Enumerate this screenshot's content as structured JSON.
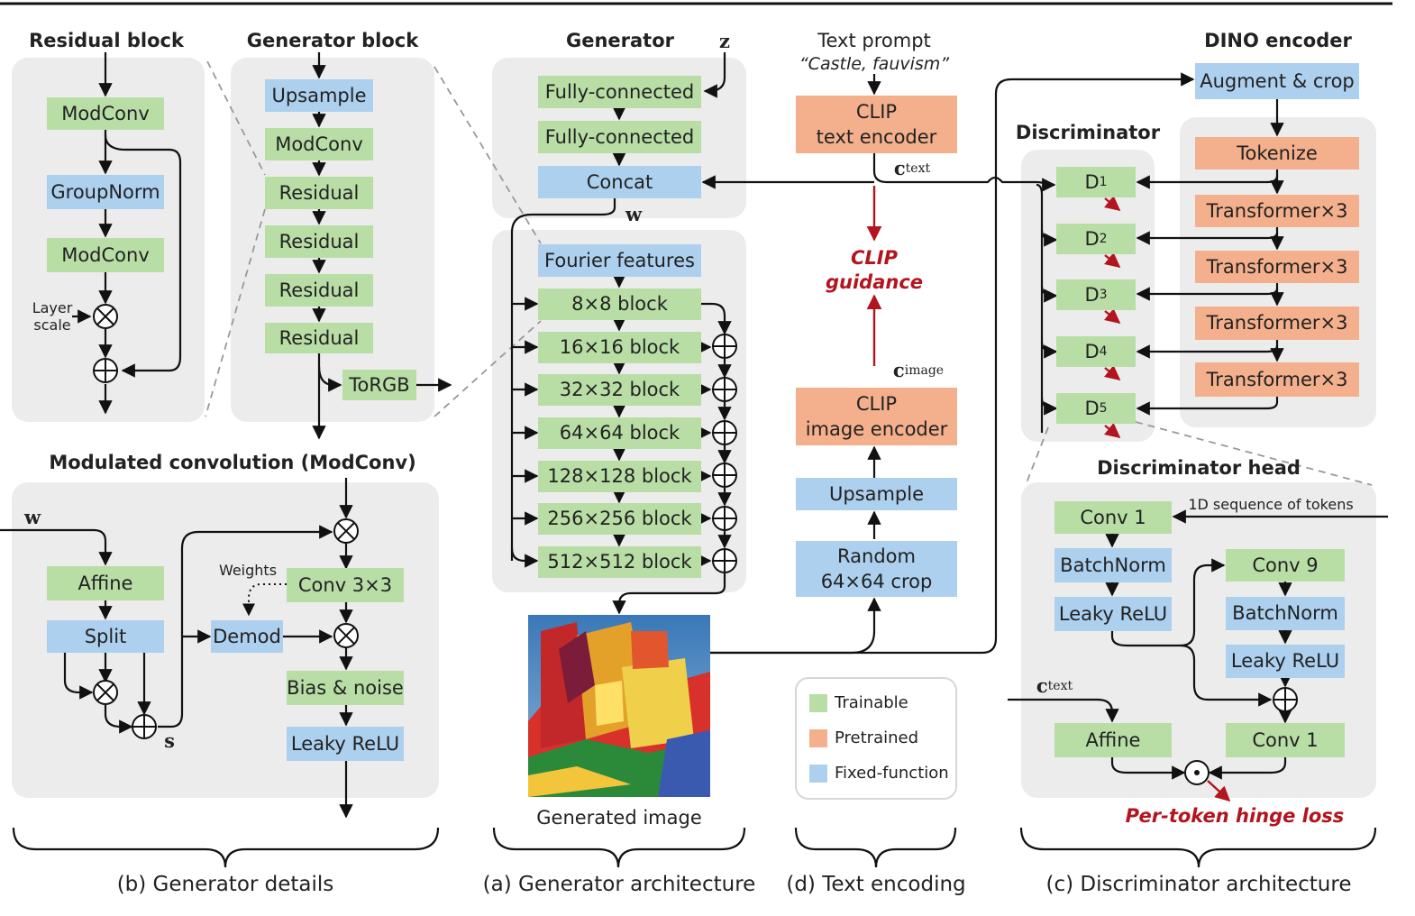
{
  "colors": {
    "trainable": "#b8dea6",
    "pretrained": "#f4b08c",
    "fixed": "#acd0ee",
    "panel": "#ececec",
    "red": "#b3151f"
  },
  "residual_block": {
    "title": "Residual block",
    "modconv1": "ModConv",
    "groupnorm": "GroupNorm",
    "modconv2": "ModConv",
    "layer_scale": "Layer\nscale"
  },
  "generator_block": {
    "title": "Generator block",
    "upsample": "Upsample",
    "modconv": "ModConv",
    "residual": [
      "Residual",
      "Residual",
      "Residual",
      "Residual"
    ],
    "torgb": "ToRGB"
  },
  "generator": {
    "title": "Generator",
    "z": "z",
    "fc1": "Fully-connected",
    "fc2": "Fully-connected",
    "concat": "Concat",
    "w": "w",
    "fourier": "Fourier features",
    "blocks": [
      "8×8 block",
      "16×16 block",
      "32×32 block",
      "64×64 block",
      "128×128 block",
      "256×256 block",
      "512×512 block"
    ],
    "image_caption": "Generated image"
  },
  "modconv": {
    "title": "Modulated convolution (ModConv)",
    "w": "w",
    "affine": "Affine",
    "split": "Split",
    "s": "s",
    "weights": "Weights",
    "demod": "Demod",
    "conv": "Conv 3×3",
    "bias": "Bias & noise",
    "relu": "Leaky ReLU"
  },
  "text_encoding": {
    "prompt_title": "Text prompt",
    "prompt": "“Castle, fauvism”",
    "clip_text": "CLIP\ntext encoder",
    "c_text": "c",
    "c_text_sub": "text",
    "guidance": "CLIP\nguidance",
    "c_image": "c",
    "c_image_sub": "image",
    "clip_image": "CLIP\nimage encoder",
    "upsample": "Upsample",
    "crop": "Random\n64×64 crop"
  },
  "legend": {
    "trainable": "Trainable",
    "pretrained": "Pretrained",
    "fixed": "Fixed-function"
  },
  "dino": {
    "title": "DINO encoder",
    "augment": "Augment & crop",
    "tokenize": "Tokenize",
    "transformers": [
      "Transformer×3",
      "Transformer×3",
      "Transformer×3",
      "Transformer×3"
    ]
  },
  "discriminator": {
    "title": "Discriminator",
    "d": "D",
    "subs": [
      "1",
      "2",
      "3",
      "4",
      "5"
    ]
  },
  "disc_head": {
    "title": "Discriminator head",
    "seq": "1D sequence of tokens",
    "conv1": "Conv 1",
    "batchnorm": "BatchNorm",
    "relu": "Leaky ReLU",
    "conv9": "Conv 9",
    "batchnorm2": "BatchNorm",
    "relu2": "Leaky ReLU",
    "c_text": "c",
    "c_text_sub": "text",
    "affine": "Affine",
    "conv1b": "Conv 1",
    "loss": "Per-token hinge loss"
  },
  "captions": {
    "b": "(b) Generator details",
    "a": "(a) Generator architecture",
    "d": "(d) Text encoding",
    "c": "(c) Discriminator architecture"
  }
}
